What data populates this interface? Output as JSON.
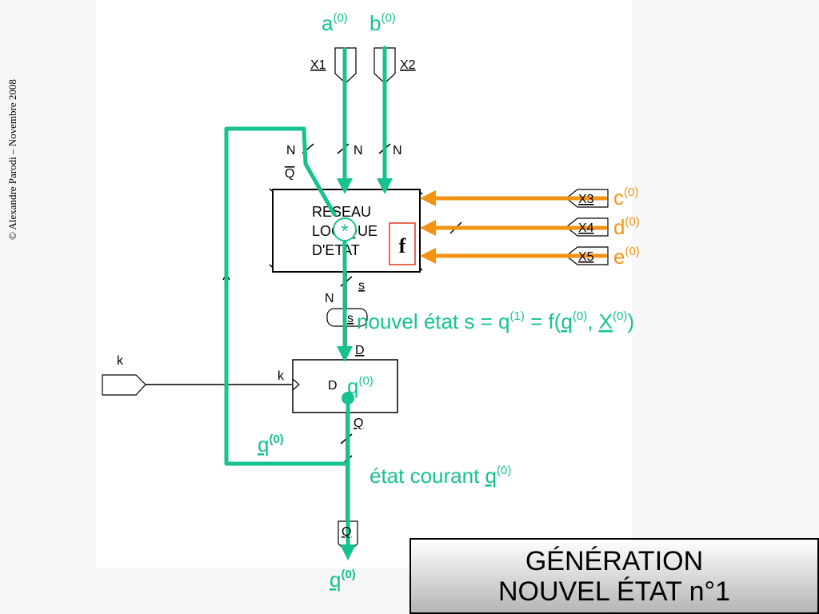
{
  "copyright": "© Alexandre Parodi – Novembre 2008",
  "title": {
    "line1": "GÉNÉRATION",
    "line2": "NOUVEL ÉTAT n°1"
  },
  "colors": {
    "green": "#16c390",
    "orange": "#f39314",
    "red": "#e03b1a",
    "black": "#000000"
  },
  "inputs": {
    "a": {
      "letter": "a",
      "sup": "(0)",
      "port": "X1"
    },
    "b": {
      "letter": "b",
      "sup": "(0)",
      "port": "X2"
    },
    "c": {
      "letter": "c",
      "sup": "(0)",
      "port": "X3"
    },
    "d": {
      "letter": "d",
      "sup": "(0)",
      "port": "X4"
    },
    "e": {
      "letter": "e",
      "sup": "(0)",
      "port": "X5"
    }
  },
  "bus": {
    "n1": "N",
    "n2": "N",
    "n3": "N",
    "q": "Q",
    "n4": "N",
    "s": "s",
    "sbox": "s"
  },
  "logic_block": {
    "line1": "RESEAU",
    "line2": "LOGIQUE",
    "line3": "D'ETAT",
    "star": "*",
    "f": "f"
  },
  "flipflop": {
    "d_in": "D",
    "d_inner": "D",
    "q_out": "Q",
    "k_in": "k",
    "k_port": "k"
  },
  "annotations": {
    "new_state": {
      "pre": "nouvel état s = q",
      "sup1": "(1)",
      "mid": " = f(",
      "q": "q",
      "sup2": "(0)",
      "comma": ", ",
      "x": "X",
      "sup3": "(0)",
      "close": ")"
    },
    "q0_inner": {
      "q": "q",
      "sup": "(0)"
    },
    "q0_feedback": {
      "q": "q",
      "sup": "(0)"
    },
    "current_state": {
      "pre": "état courant ",
      "q": "q",
      "sup": "(0)"
    },
    "output_port": "Q",
    "q0_bottom": {
      "q": "q",
      "sup": "(0)"
    }
  }
}
